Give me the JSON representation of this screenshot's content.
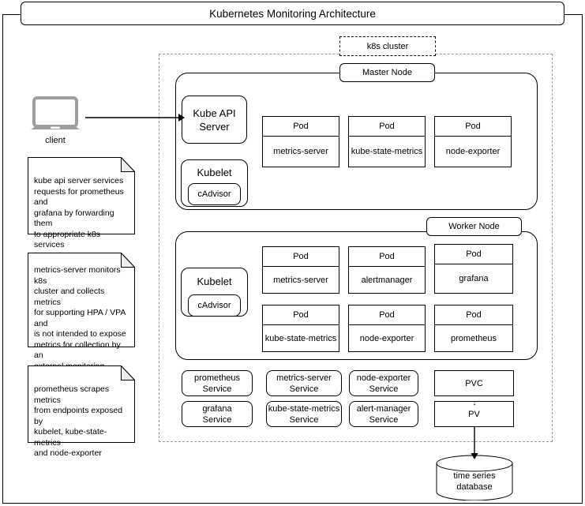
{
  "title": "Kubernetes Monitoring Architecture",
  "cluster": {
    "label": "k8s cluster"
  },
  "client": {
    "icon": "laptop-icon",
    "label": "client"
  },
  "notes": [
    {
      "id": "note-kube-api",
      "text": "kube api server services\nrequests for prometheus and\ngrafana by forwarding them\nto appropriate k8s services"
    },
    {
      "id": "note-metrics-server",
      "text": "metrics-server monitors k8s\ncluster and collects metrics\nfor supporting HPA / VPA and\nis not intended to expose\nmetrics for collection by an\nexternal monitoring service."
    },
    {
      "id": "note-prometheus",
      "text": "prometheus scrapes metrics\nfrom endpoints exposed by\nkubelet, kube-state-metrics\nand node-exporter"
    }
  ],
  "master_node": {
    "label": "Master Node",
    "components": [
      {
        "id": "kube-api-server",
        "label": "Kube API\nServer"
      },
      {
        "id": "kubelet",
        "label": "Kubelet"
      },
      {
        "id": "cadvisor",
        "label": "cAdvisor"
      }
    ],
    "pods": [
      {
        "header": "Pod",
        "name": "metrics-server"
      },
      {
        "header": "Pod",
        "name": "kube-state-metrics"
      },
      {
        "header": "Pod",
        "name": "node-exporter"
      }
    ]
  },
  "worker_node": {
    "label": "Worker Node",
    "components": [
      {
        "id": "kubelet",
        "label": "Kubelet"
      },
      {
        "id": "cadvisor",
        "label": "cAdvisor"
      }
    ],
    "pods": [
      {
        "header": "Pod",
        "name": "metrics-server"
      },
      {
        "header": "Pod",
        "name": "alertmanager"
      },
      {
        "header": "Pod",
        "name": "grafana"
      },
      {
        "header": "Pod",
        "name": "kube-state-metrics"
      },
      {
        "header": "Pod",
        "name": "node-exporter"
      },
      {
        "header": "Pod",
        "name": "prometheus"
      }
    ]
  },
  "services": [
    {
      "id": "prometheus-service",
      "label": "prometheus\nService"
    },
    {
      "id": "metrics-server-service",
      "label": "metrics-server\nService"
    },
    {
      "id": "node-exporter-service",
      "label": "node-exporter\nService"
    },
    {
      "id": "grafana-service",
      "label": "grafana\nService"
    },
    {
      "id": "kube-state-metrics-service",
      "label": "kube-state-metrics\nService"
    },
    {
      "id": "alert-manager-service",
      "label": "alert-manager\nService"
    }
  ],
  "volumes": [
    {
      "id": "pvc",
      "label": "PVC"
    },
    {
      "id": "pv",
      "label": "PV"
    }
  ],
  "database": {
    "label": "time series\ndatabase"
  },
  "colors": {
    "stroke": "#000000",
    "cluster_border": "#9a9a9a",
    "client_icon": "#9e9e9e",
    "background": "#ffffff"
  }
}
